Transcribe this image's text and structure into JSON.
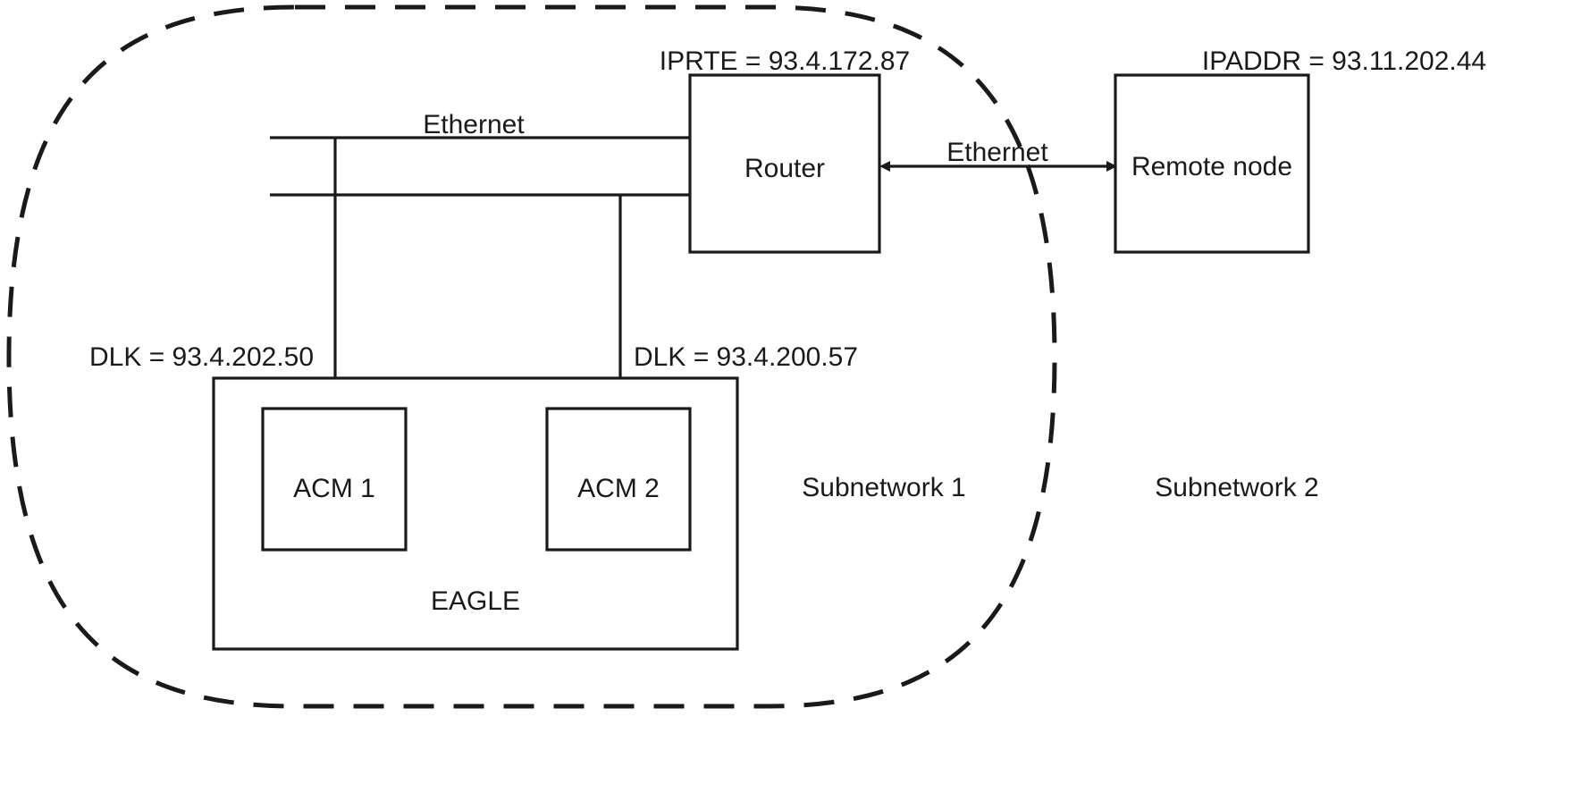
{
  "diagram": {
    "title": "EAGLE IP network routing diagram",
    "colors": {
      "stroke": "#1a1a1a",
      "background": "#ffffff"
    },
    "labels": {
      "iprte": "IPRTE = 93.4.172.87",
      "ipaddr": "IPADDR = 93.11.202.44",
      "ethernet_bus": "Ethernet",
      "ethernet_link": "Ethernet",
      "dlk_left": "DLK = 93.4.202.50",
      "dlk_right": "DLK = 93.4.200.57",
      "subnetwork_1": "Subnetwork 1",
      "subnetwork_2": "Subnetwork 2"
    },
    "nodes": {
      "router": "Router",
      "remote_node": "Remote node",
      "acm_1": "ACM 1",
      "acm_2": "ACM 2",
      "eagle": "EAGLE"
    }
  }
}
